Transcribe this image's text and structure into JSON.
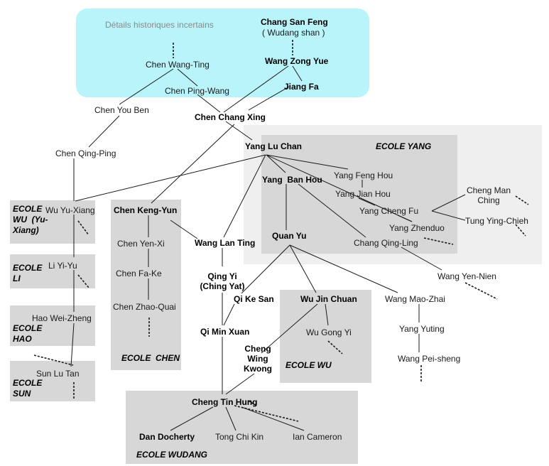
{
  "heading": "Détails historiques incertains",
  "lineage": {
    "chang_san_feng": "Chang San Feng",
    "wudang_shan": "( Wudang shan )",
    "wang_zong_yue": "Wang Zong Yue",
    "jiang_fa": "Jiang Fa",
    "chen_wang_ting": "Chen Wang-Ting",
    "chen_ping_wang": "Chen Ping-Wang",
    "chen_you_ben": "Chen You Ben",
    "chen_qing_ping": "Chen Qing-Ping",
    "chen_chang_xing": "Chen Chang Xing",
    "yang_lu_chan": "Yang Lu Chan",
    "yang_ban_hou": "Yang  Ban Hou",
    "yang_feng_hou": "Yang Feng Hou",
    "yang_jian_hou": "Yang Jian Hou",
    "yang_cheng_fu": "Yang Cheng Fu",
    "yang_zhenduo": "Yang Zhenduo",
    "cheng_man_ching": "Cheng Man\nChing",
    "tung_ying_chieh": "Tung Ying-Chieh",
    "quan_yu": "Quan Yu",
    "chang_qing_ling": "Chang Qing-Ling",
    "wang_yen_nien": "Wang Yen-Nien",
    "wu_yu_xiang": "Wu Yu-Xiang",
    "chen_keng_yun": "Chen Keng-Yun",
    "chen_yen_xi": "Chen Yen-Xi",
    "chen_fa_ke": "Chen Fa-Ke",
    "chen_zhao_quai": "Chen Zhao-Quai",
    "wang_lan_ting": "Wang Lan Ting",
    "qing_yi": "Qing Yi\n(Ching Yat)",
    "qi_ke_san": "Qi Ke San",
    "qi_min_xuan": "Qi Min Xuan",
    "cheng_wing_kwong": "Cheng\nWing\nKwong",
    "wu_jin_chuan": "Wu Jin Chuan",
    "wu_gong_yi": "Wu Gong Yi",
    "wang_mao_zhai": "Wang Mao-Zhai",
    "yang_yuting": "Yang Yuting",
    "wang_pei_sheng": "Wang Pei-sheng",
    "li_yi_yu": "Li Yi-Yu",
    "hao_wei_zheng": "Hao Wei-Zheng",
    "sun_lu_tan": "Sun Lu Tan",
    "cheng_tin_hung": "Cheng Tin Hung",
    "dan_docherty": "Dan Docherty",
    "tong_chi_kin": "Tong Chi Kin",
    "ian_cameron": "Ian Cameron"
  },
  "schools": {
    "yang": "ECOLE YANG",
    "wu_yu_xiang": "ECOLE\nWU  (Yu-\nXiang)",
    "chen": "ECOLE  CHEN",
    "li": "ECOLE\nLI",
    "hao": "ECOLE\nHAO",
    "sun": "ECOLE\nSUN",
    "wu": "ECOLE WU",
    "wudang": "ECOLE WUDANG"
  },
  "colors": {
    "cyan_box": "#b9f4fb",
    "gray_box": "#d7d7d7",
    "yang_outer": "#efefef"
  }
}
